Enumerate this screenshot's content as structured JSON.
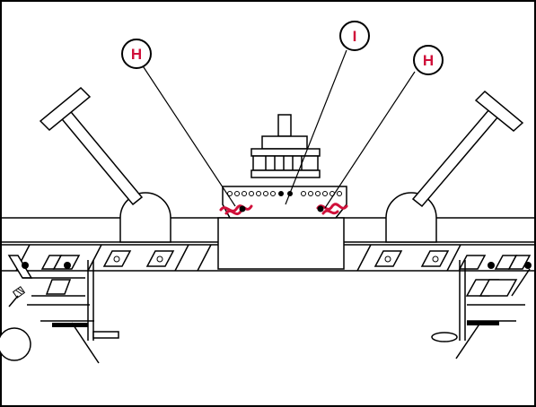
{
  "callouts": [
    {
      "id": "H-left",
      "label": "H"
    },
    {
      "id": "I",
      "label": "I"
    },
    {
      "id": "H-right",
      "label": "H"
    }
  ],
  "colors": {
    "callout_ring": "#d0103a",
    "callout_text": "#d0103a",
    "highlight": "#d0103a",
    "line": "#000000",
    "background": "#ffffff"
  },
  "icons": [
    "t-handle-lever-left",
    "t-handle-lever-right",
    "spindle-knob",
    "red-spring-left",
    "red-spring-right",
    "bobbin-circle",
    "thread-cutter"
  ]
}
